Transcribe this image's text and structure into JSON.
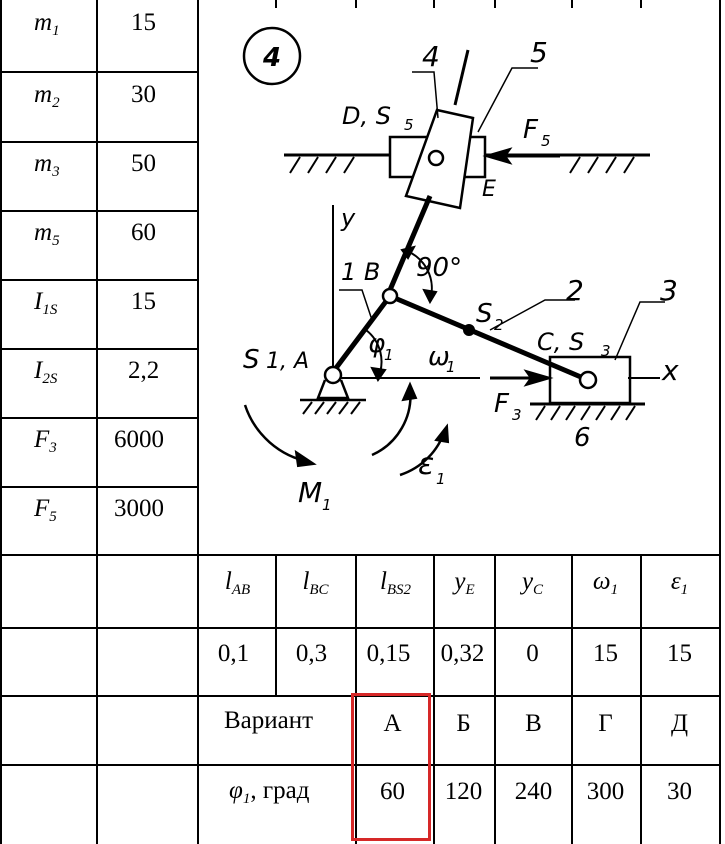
{
  "params": [
    {
      "sym": "m",
      "sub": "1",
      "val": "15"
    },
    {
      "sym": "m",
      "sub": "2",
      "val": "30"
    },
    {
      "sym": "m",
      "sub": "3",
      "val": "50"
    },
    {
      "sym": "m",
      "sub": "5",
      "val": "60"
    },
    {
      "sym": "I",
      "sub": "1S",
      "val": "15"
    },
    {
      "sym": "I",
      "sub": "2S",
      "val": "2,2"
    },
    {
      "sym": "F",
      "sub": "3",
      "val": "6000"
    },
    {
      "sym": "F",
      "sub": "5",
      "val": "3000"
    }
  ],
  "dims": {
    "headers": [
      {
        "sym": "l",
        "sub": "AB"
      },
      {
        "sym": "l",
        "sub": "BC"
      },
      {
        "sym": "l",
        "sub": "BS2"
      },
      {
        "sym": "y",
        "sub": "E"
      },
      {
        "sym": "y",
        "sub": "C"
      },
      {
        "sym": "ω",
        "sub": "1"
      },
      {
        "sym": "ε",
        "sub": "1"
      }
    ],
    "values": [
      "0,1",
      "0,3",
      "0,15",
      "0,32",
      "0",
      "15",
      "15"
    ]
  },
  "variants": {
    "label": "Вариант",
    "letters": [
      "А",
      "Б",
      "В",
      "Г",
      "Д"
    ],
    "angle_sym": "φ",
    "angle_sub": "1",
    "angle_unit": ", град",
    "angles": [
      "60",
      "120",
      "240",
      "300",
      "30"
    ]
  },
  "diagram": {
    "number": "4",
    "labels": {
      "n4": "4",
      "n5": "5",
      "d": "D, S",
      "d5": "5",
      "f5": "F",
      "f5sub": "5",
      "e": "E",
      "y": "y",
      "b": "1 B",
      "deg": "90°",
      "s2": "S",
      "s2sub": "2",
      "n2": "2",
      "n3": "3",
      "c": "C, S",
      "c3": "3",
      "x": "x",
      "s1": "S",
      "s1a": "1, A",
      "phi": "φ",
      "phisub": "1",
      "om": "ω",
      "omsub": "1",
      "f3": "F",
      "f3sub": "3",
      "n6": "6",
      "eps": "ε",
      "epssub": "1",
      "m": "M",
      "msub": "1"
    }
  },
  "colors": {
    "highlight": "#d62828"
  }
}
